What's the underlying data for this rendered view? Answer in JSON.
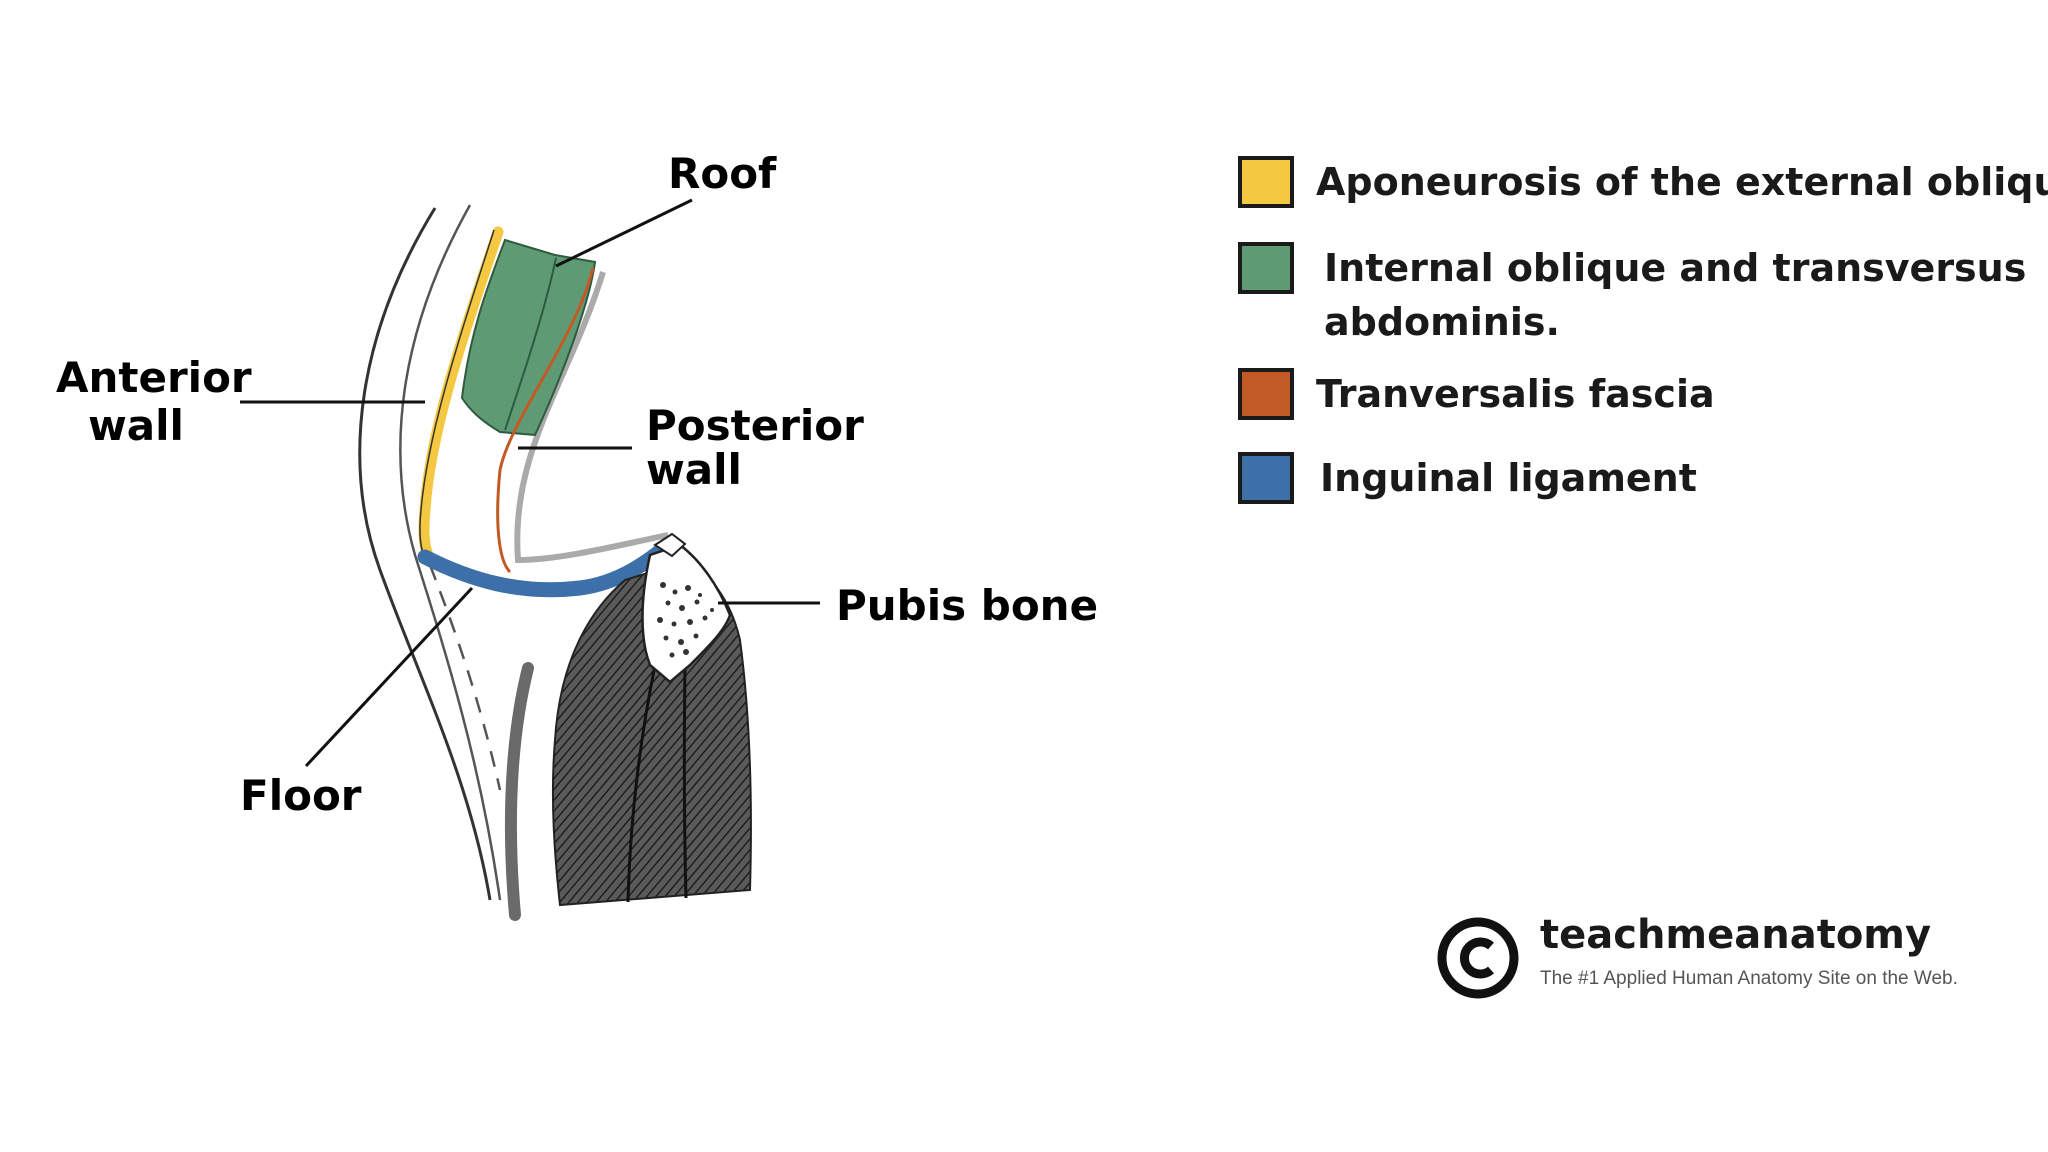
{
  "labels": {
    "roof": "Roof",
    "anterior_wall_1": "Anterior",
    "anterior_wall_2": "wall",
    "posterior_wall_1": "Posterior",
    "posterior_wall_2": "wall",
    "pubis_bone": "Pubis bone",
    "floor": "Floor"
  },
  "legend": [
    {
      "label": "Aponeurosis of the external oblique",
      "color": "#f5c842"
    },
    {
      "label": "Internal oblique and transversus",
      "label2": "abdominis.",
      "color": "#5e9b75"
    },
    {
      "label": "Tranversalis fascia",
      "color": "#c25a26"
    },
    {
      "label": "Inguinal ligament",
      "color": "#3d6fa8"
    }
  ],
  "brand": {
    "name": "teachmeanatomy",
    "tagline": "The #1 Applied Human Anatomy Site on the Web."
  },
  "colors": {
    "aponeurosis": "#f5c842",
    "internal_oblique": "#5e9b75",
    "fascia": "#c25a26",
    "ligament": "#3d6fa8",
    "bone_dark": "#3a3a3a"
  }
}
